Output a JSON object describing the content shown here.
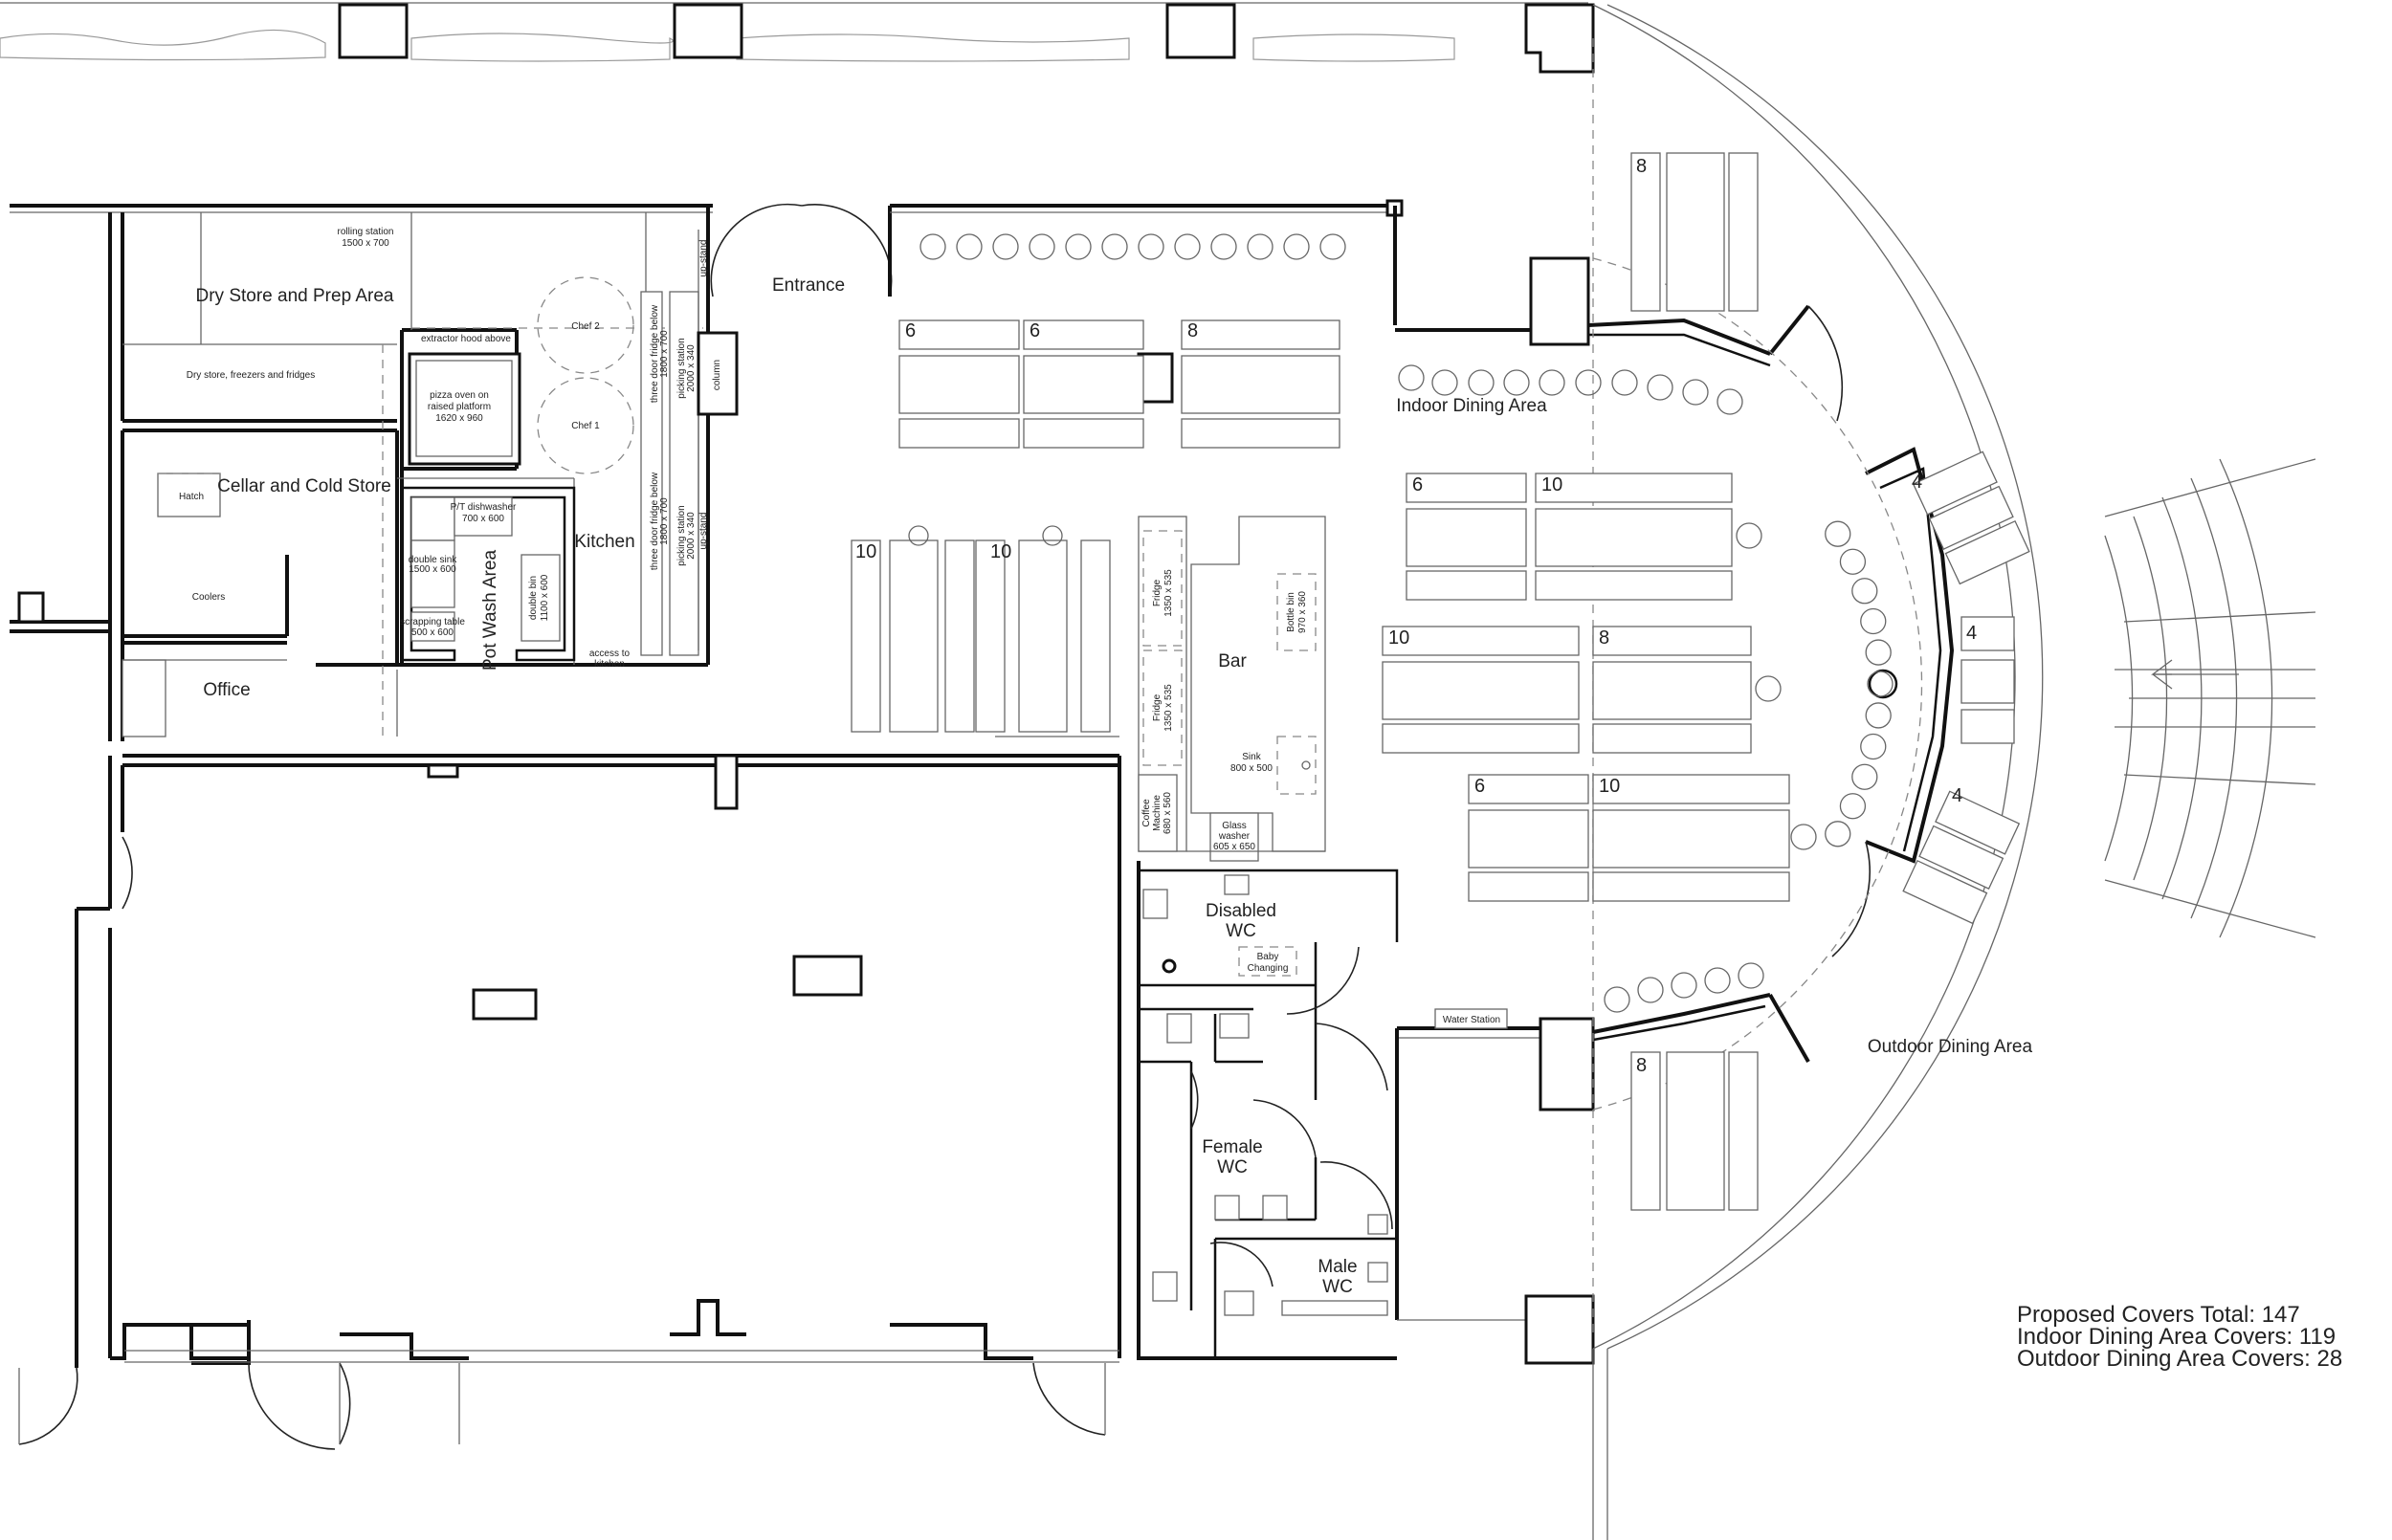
{
  "rooms": {
    "dry_store": "Dry Store and Prep Area",
    "dry_store_sub": "Dry store, freezers and fridges",
    "rolling_station": "rolling station",
    "rolling_station_dim": "1500 x 700",
    "cellar": "Cellar and Cold Store",
    "hatch": "Hatch",
    "coolers": "Coolers",
    "office": "Office",
    "kitchen": "Kitchen",
    "extractor": "extractor hood above",
    "pizza_oven": "pizza oven on",
    "pizza_oven_2": "raised platform",
    "pizza_oven_dim": "1620 x 960",
    "chef1": "Chef 1",
    "chef2": "Chef 2",
    "pot_wash": "Pot Wash Area",
    "fridge_below_1": "three door fridge below",
    "fridge_below_1_dim": "1800 x 700",
    "picking_1": "picking station",
    "picking_1_dim": "2000 x 340",
    "fridge_below_2": "three door fridge below",
    "fridge_below_2_dim": "1800 x 700",
    "picking_2": "picking station",
    "picking_2_dim": "2000 x 340",
    "up_stand": "up-stand",
    "column": "column",
    "access": "access to",
    "access_2": "kitchen",
    "dishwasher": "P/T dishwasher",
    "dishwasher_dim": "700 x 600",
    "double_sink": "double sink",
    "double_sink_dim": "1500 x 600",
    "scrapping": "scrapping table",
    "scrapping_dim": "500 x 600",
    "double_bin": "double bin",
    "double_bin_dim": "1100 x 600",
    "entrance": "Entrance",
    "bar": "Bar",
    "fridge": "Fridge",
    "fridge_dim": "1350 x 535",
    "bottle_bin": "Bottle bin",
    "bottle_bin_dim": "970 x 360",
    "sink": "Sink",
    "sink_dim": "800 x 500",
    "coffee": "Coffee",
    "coffee_2": "Machine",
    "coffee_dim": "680 x 560",
    "glass_washer": "Glass",
    "glass_washer_2": "washer",
    "glass_washer_dim": "605 x 650",
    "disabled_wc": "Disabled",
    "disabled_wc_2": "WC",
    "baby": "Baby",
    "baby_2": "Changing",
    "female_wc": "Female",
    "female_wc_2": "WC",
    "male_wc": "Male",
    "male_wc_2": "WC",
    "water_station": "Water Station",
    "indoor_dining": "Indoor Dining Area",
    "outdoor_dining": "Outdoor Dining Area"
  },
  "table_numbers": {
    "t_6a": "6",
    "t_6b": "6",
    "t_8a": "8",
    "t_6c": "6",
    "t_10a": "10",
    "t_10b": "10",
    "t_8b": "8",
    "t_6d": "6",
    "t_10c": "10",
    "t_10d": "10",
    "t_10e": "10",
    "t_8top": "8",
    "t_8bot": "8",
    "t_4a": "4",
    "t_4b": "4",
    "t_4c": "4"
  },
  "covers": {
    "total": "Proposed Covers Total: 147",
    "indoor": "Indoor Dining Area Covers: 119",
    "outdoor": "Outdoor Dining Area Covers: 28"
  },
  "colors": {
    "wall": "#111111",
    "furniture": "#666666",
    "background": "#ffffff"
  }
}
